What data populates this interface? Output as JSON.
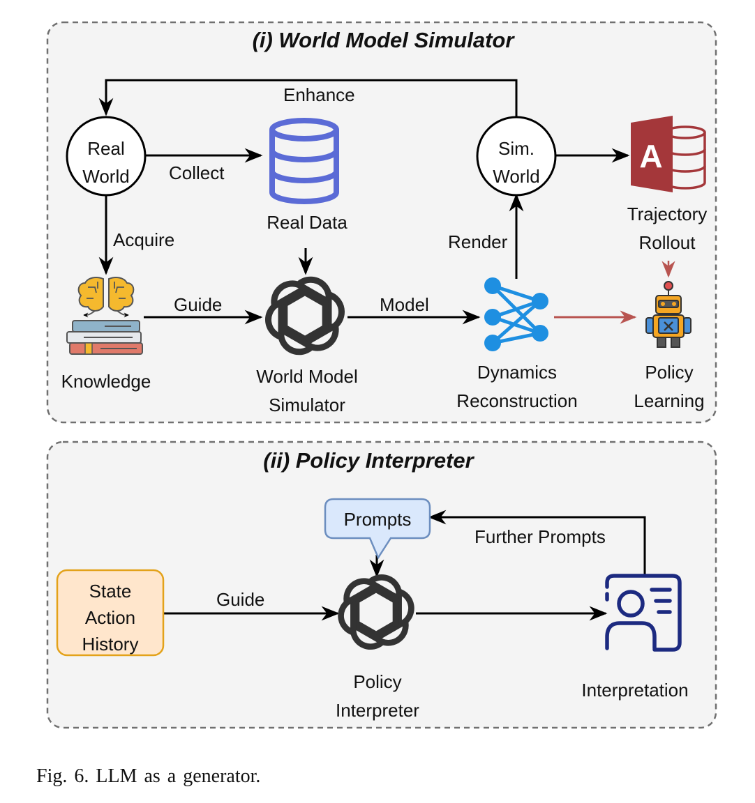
{
  "panel1": {
    "title": "(i) World Model Simulator",
    "nodes": {
      "real_world": [
        "Real",
        "World"
      ],
      "sim_world": [
        "Sim.",
        "World"
      ],
      "real_data": "Real Data",
      "knowledge": "Knowledge",
      "world_model_simulator": [
        "World Model",
        "Simulator"
      ],
      "dynamics_reconstruction": [
        "Dynamics",
        "Reconstruction"
      ],
      "trajectory_rollout": [
        "Trajectory",
        "Rollout"
      ],
      "policy_learning": [
        "Policy",
        "Learning"
      ]
    },
    "edges": {
      "enhance": "Enhance",
      "collect": "Collect",
      "acquire": "Acquire",
      "guide": "Guide",
      "model": "Model",
      "render": "Render"
    }
  },
  "panel2": {
    "title": "(ii) Policy Interpreter",
    "nodes": {
      "state_action_history": [
        "State",
        "Action",
        "History"
      ],
      "prompts": "Prompts",
      "policy_interpreter": [
        "Policy",
        "Interpreter"
      ],
      "interpretation": "Interpretation"
    },
    "edges": {
      "guide": "Guide",
      "further_prompts": "Further Prompts"
    }
  },
  "caption": "Fig. 6.  LLM as a generator.",
  "colors": {
    "panel_bg": "#f4f4f4",
    "panel_border": "#707070",
    "database_blue": "#5b6bd6",
    "access_red": "#a4373a",
    "network_blue": "#1e8fe1",
    "policy_arrow_red": "#b85450",
    "bubble_fill": "#dae8fc",
    "bubble_stroke": "#6c8ebf",
    "history_fill": "#ffe6cc",
    "history_stroke": "#e3a21a",
    "interpretation_navy": "#1c2a80"
  },
  "icons": [
    "database-icon",
    "openai-logo-icon",
    "brain-books-icon",
    "neural-network-icon",
    "access-database-icon",
    "robot-icon",
    "id-card-person-icon"
  ]
}
